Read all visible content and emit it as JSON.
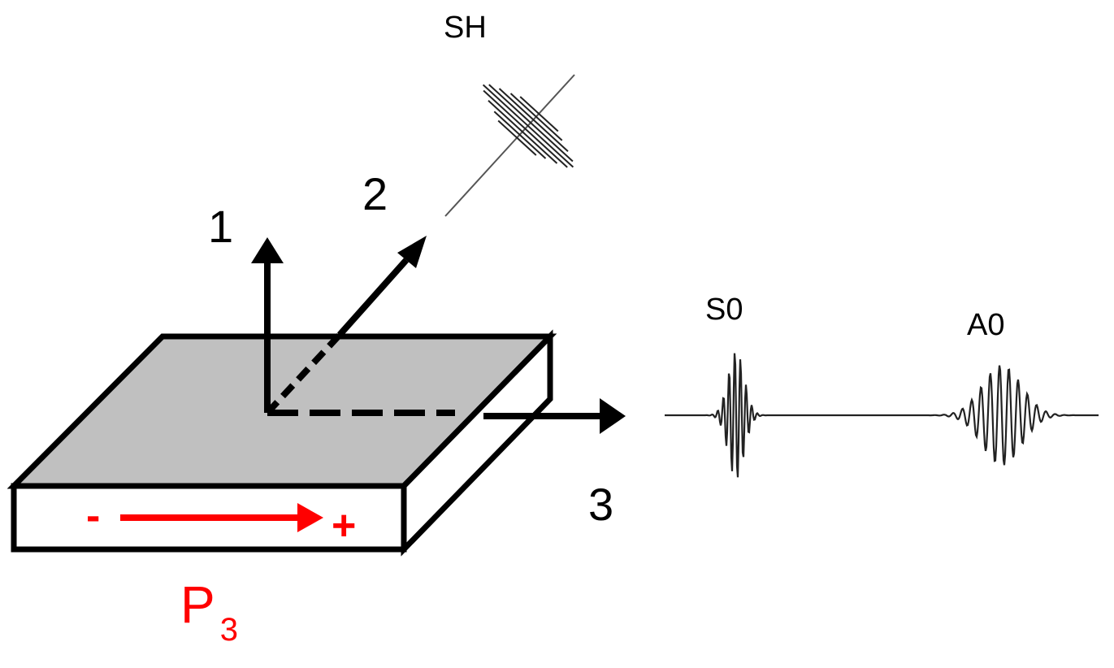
{
  "axes": {
    "axis1_label": "1",
    "axis2_label": "2",
    "axis3_label": "3"
  },
  "waves": {
    "sh_label": "SH",
    "s0_label": "S0",
    "a0_label": "A0"
  },
  "polarization": {
    "p_letter": "P",
    "p_subscript": "3",
    "minus_sign": "-",
    "plus_sign": "+"
  },
  "colors": {
    "plate_top": "#c0c0c0",
    "plate_side": "#ffffff",
    "polarization": "#ff0000",
    "ink": "#000000"
  }
}
